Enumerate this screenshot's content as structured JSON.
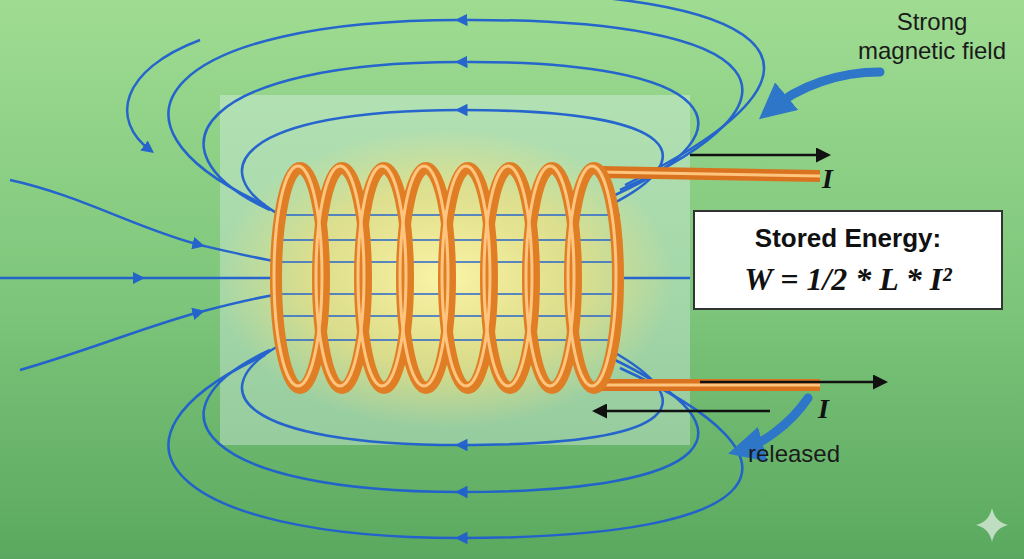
{
  "diagram": {
    "nodes": [
      {
        "text": [
          "Stored Energy:",
          "W = 1/2 * L * I²"
        ]
      }
    ],
    "labels": [
      "Strong magnetic field",
      "I",
      "I",
      "released"
    ]
  }
}
